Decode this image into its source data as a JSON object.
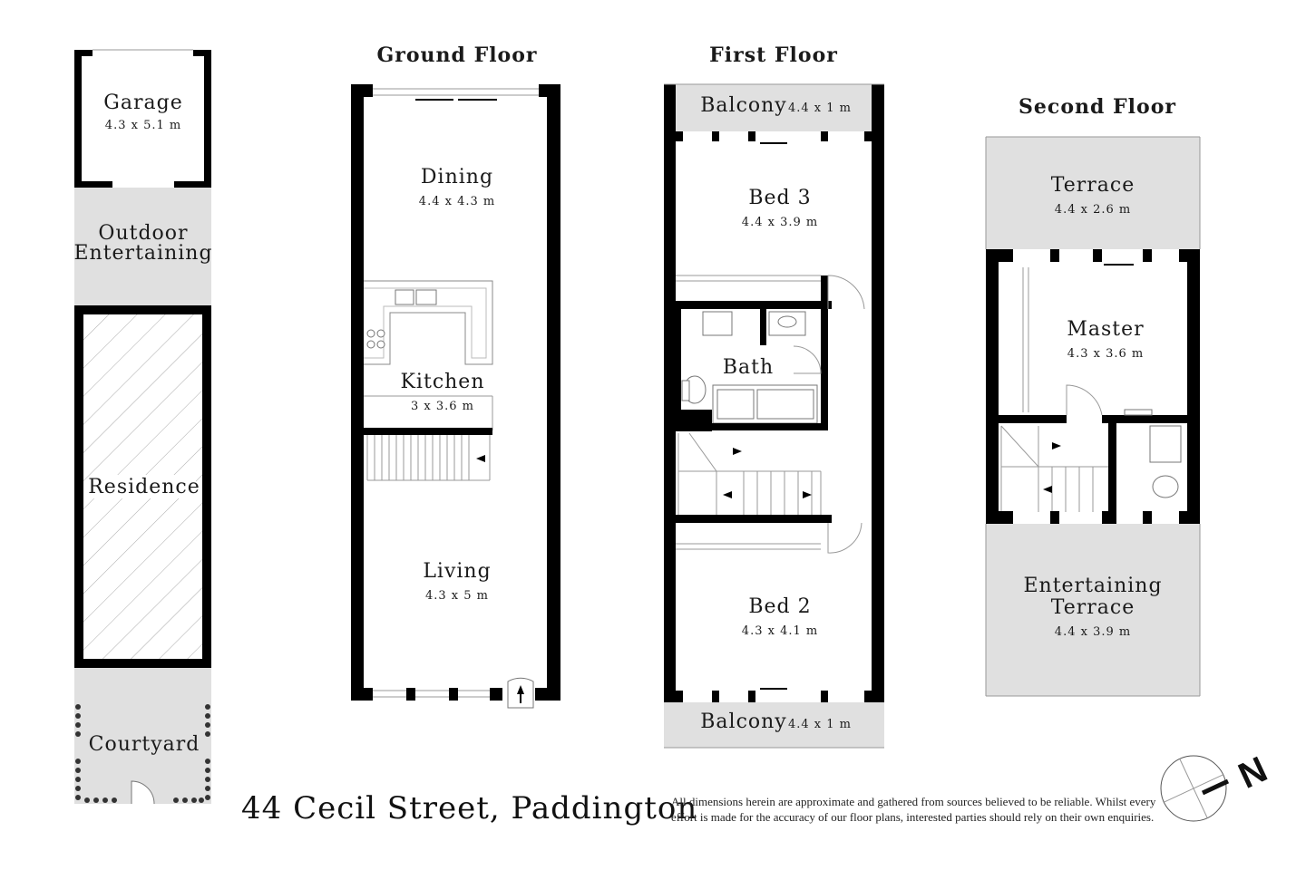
{
  "address": "44 Cecil Street, Paddington",
  "disclaimer": "All dimensions herein are approximate and gathered from sources believed to be reliable. Whilst every effort is made for the accuracy of our floor plans, interested parties should rely on their own enquiries.",
  "compass": {
    "label": "N",
    "icon": "compass-icon"
  },
  "site": {
    "garage": {
      "name": "Garage",
      "dim": "4.3 x 5.1 m"
    },
    "outdoor": {
      "line1": "Outdoor",
      "line2": "Entertaining"
    },
    "residence": {
      "name": "Residence"
    },
    "courtyard": {
      "name": "Courtyard"
    }
  },
  "ground_floor": {
    "title": "Ground Floor",
    "dining": {
      "name": "Dining",
      "dim": "4.4 x 4.3 m"
    },
    "kitchen": {
      "name": "Kitchen",
      "dim": "3 x 3.6 m"
    },
    "living": {
      "name": "Living",
      "dim": "4.3 x 5 m"
    }
  },
  "first_floor": {
    "title": "First Floor",
    "balcony_top": {
      "name": "Balcony",
      "dim": "4.4 x 1 m"
    },
    "bed3": {
      "name": "Bed 3",
      "dim": "4.4 x 3.9 m"
    },
    "bath": {
      "name": "Bath"
    },
    "bed2": {
      "name": "Bed 2",
      "dim": "4.3 x 4.1 m"
    },
    "balcony_bottom": {
      "name": "Balcony",
      "dim": "4.4 x 1 m"
    }
  },
  "second_floor": {
    "title": "Second Floor",
    "terrace": {
      "name": "Terrace",
      "dim": "4.4 x 2.6 m"
    },
    "master": {
      "name": "Master",
      "dim": "4.3 x 3.6 m"
    },
    "ent_terrace": {
      "line1": "Entertaining",
      "line2": "Terrace",
      "dim": "4.4 x 3.9 m"
    }
  }
}
